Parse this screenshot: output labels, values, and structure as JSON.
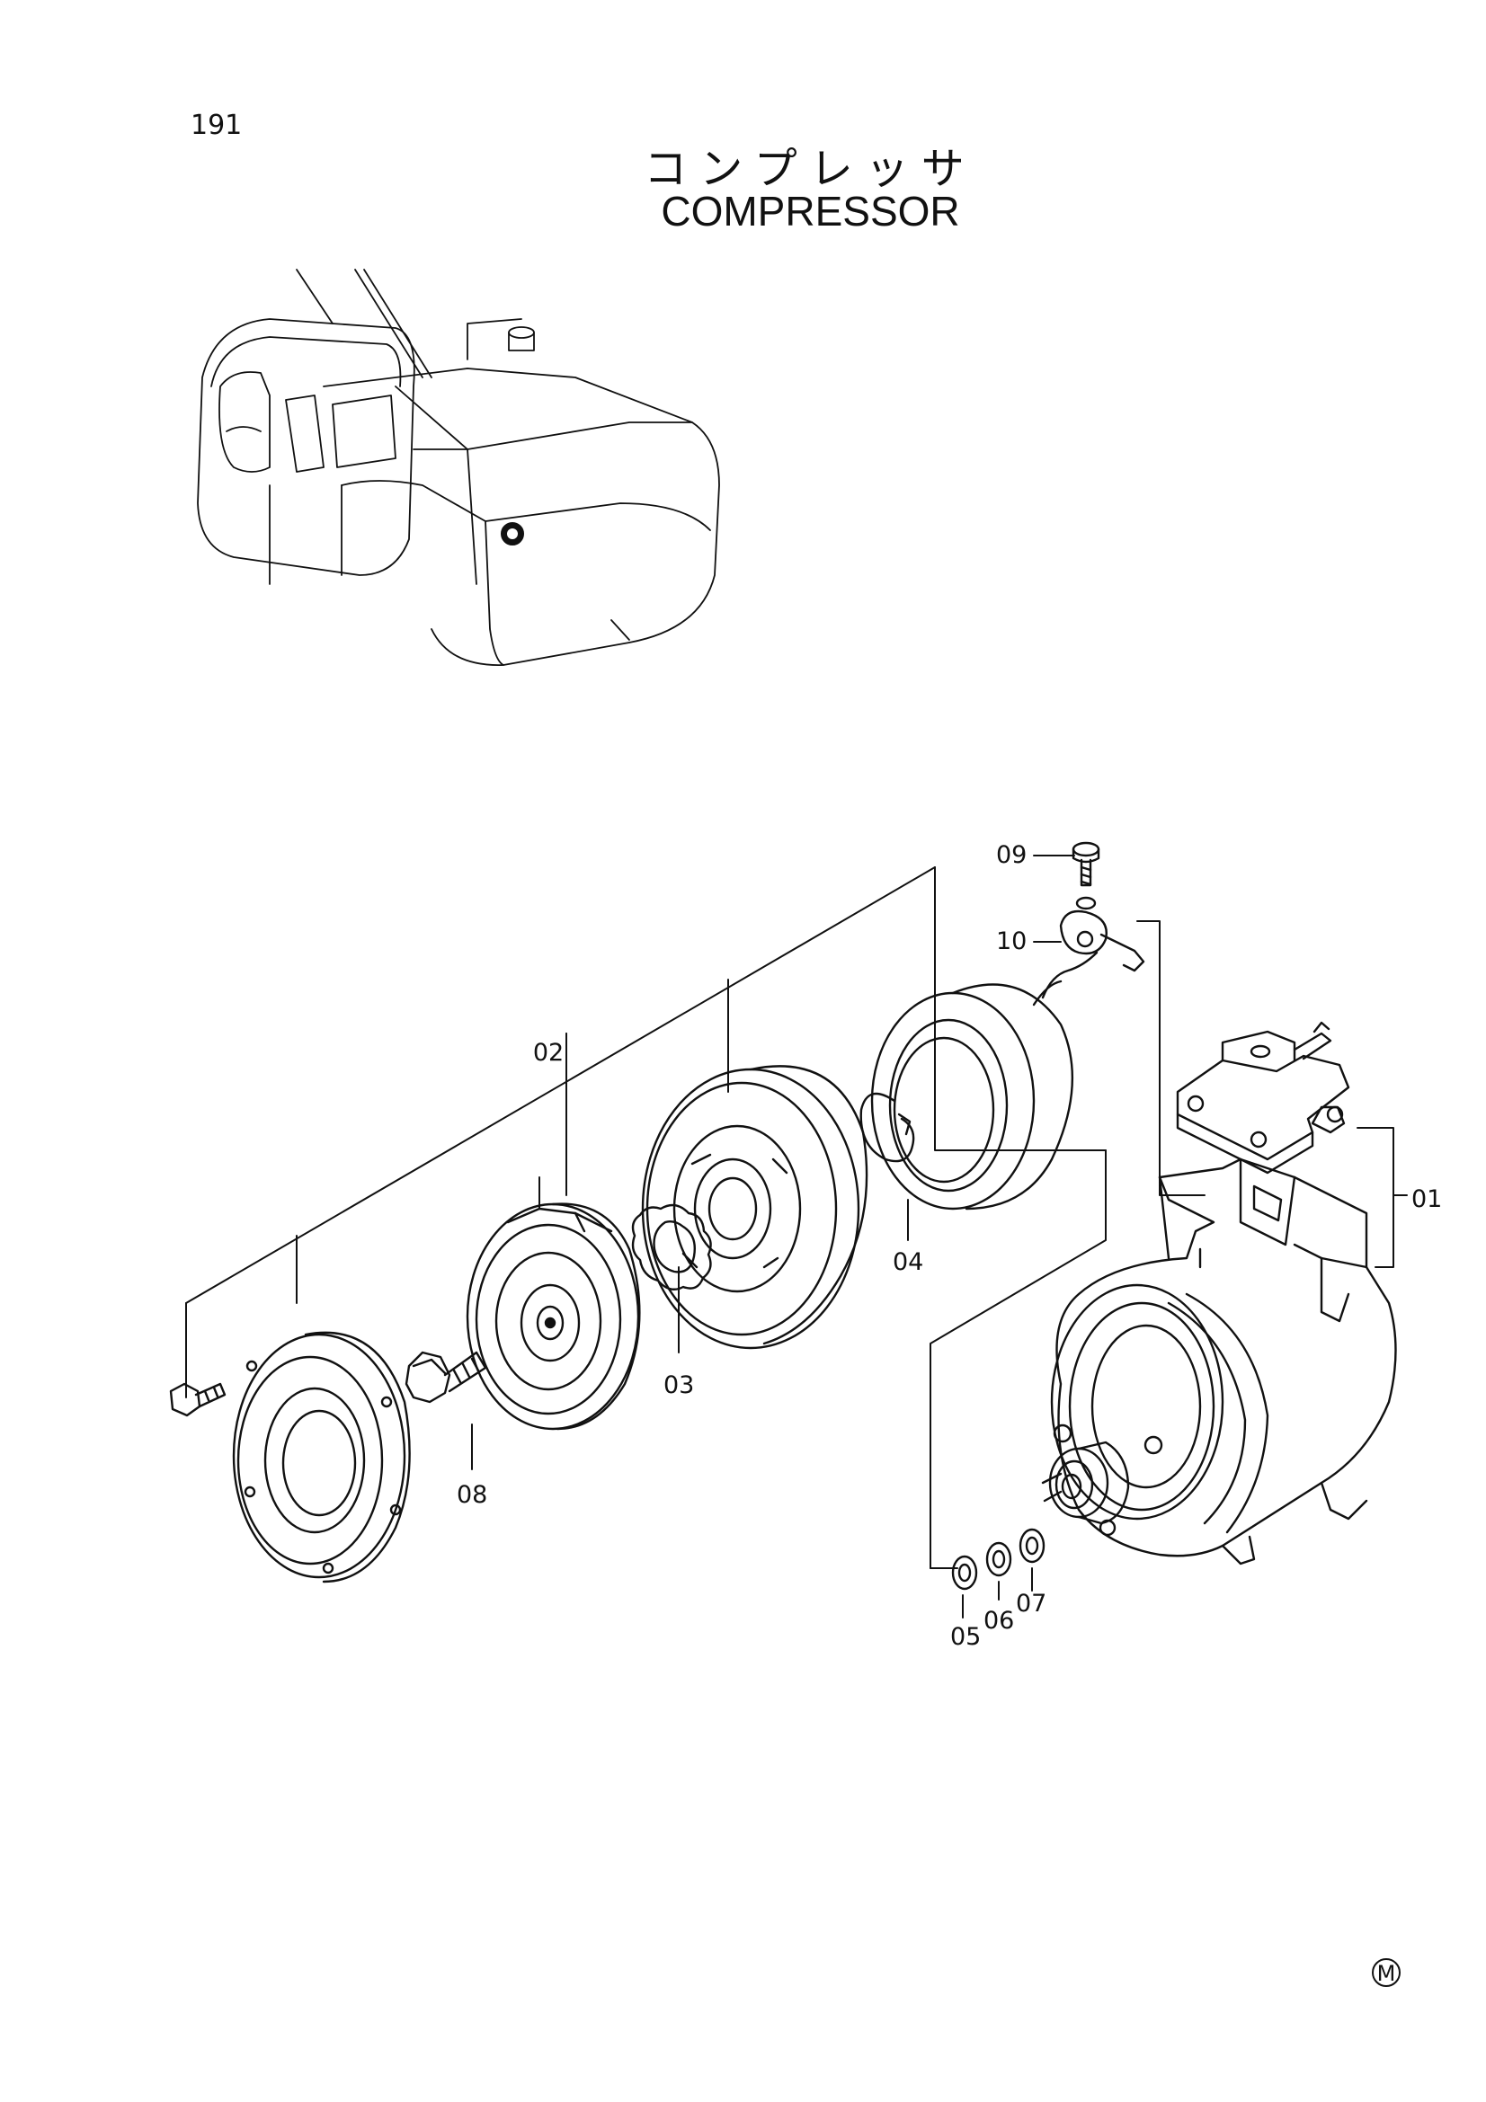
{
  "page": {
    "number": "191"
  },
  "title": {
    "japanese": "コンプレッサ",
    "english": "COMPRESSOR"
  },
  "callouts": [
    {
      "id": "c01",
      "label": "01"
    },
    {
      "id": "c02",
      "label": "02"
    },
    {
      "id": "c03",
      "label": "03"
    },
    {
      "id": "c04",
      "label": "04"
    },
    {
      "id": "c05",
      "label": "05"
    },
    {
      "id": "c06",
      "label": "06"
    },
    {
      "id": "c07",
      "label": "07"
    },
    {
      "id": "c08",
      "label": "08"
    },
    {
      "id": "c09",
      "label": "09"
    },
    {
      "id": "c10",
      "label": "10"
    }
  ],
  "maker_mark": "M"
}
